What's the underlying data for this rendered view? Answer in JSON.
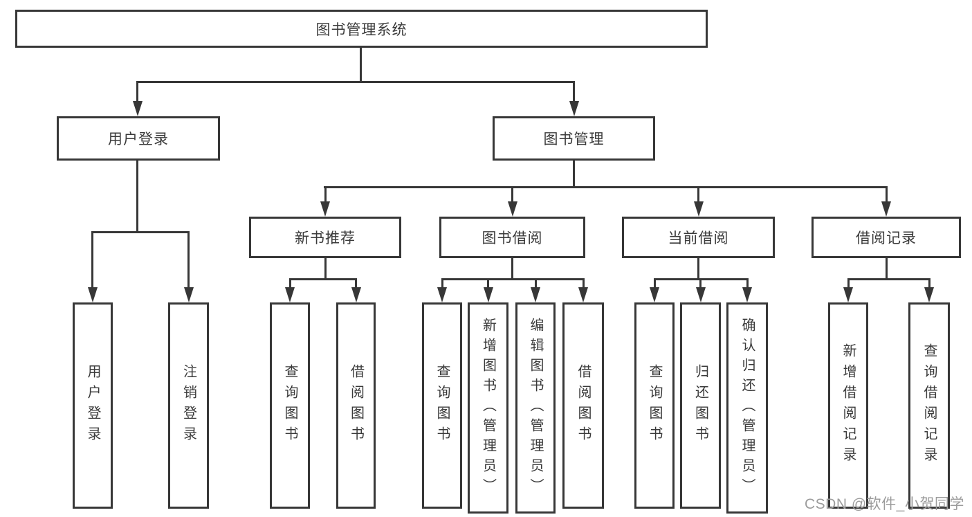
{
  "nodes": {
    "root": "图书管理系统",
    "user_login": "用户登录",
    "book_management": "图书管理",
    "user_login_leaf": "用户登录",
    "logout_leaf": "注销登录",
    "new_book_recommend": "新书推荐",
    "book_borrow": "图书借阅",
    "current_borrow": "当前借阅",
    "borrow_records": "借阅记录",
    "nb_query_books": "查询图书",
    "nb_borrow_books": "借阅图书",
    "bb_query_books": "查询图书",
    "bb_add_books_admin": "新增图书（管理员）",
    "bb_edit_books_admin": "编辑图书（管理员）",
    "bb_borrow_books": "借阅图书",
    "cb_query_books": "查询图书",
    "cb_return_books": "归还图书",
    "cb_confirm_return_admin": "确认归还（管理员）",
    "br_add_record": "新增借阅记录",
    "br_query_record": "查询借阅记录"
  },
  "edges": [
    [
      "root",
      "user_login"
    ],
    [
      "root",
      "book_management"
    ],
    [
      "user_login",
      "user_login_leaf"
    ],
    [
      "user_login",
      "logout_leaf"
    ],
    [
      "book_management",
      "new_book_recommend"
    ],
    [
      "book_management",
      "book_borrow"
    ],
    [
      "book_management",
      "current_borrow"
    ],
    [
      "book_management",
      "borrow_records"
    ],
    [
      "new_book_recommend",
      "nb_query_books"
    ],
    [
      "new_book_recommend",
      "nb_borrow_books"
    ],
    [
      "book_borrow",
      "bb_query_books"
    ],
    [
      "book_borrow",
      "bb_add_books_admin"
    ],
    [
      "book_borrow",
      "bb_edit_books_admin"
    ],
    [
      "book_borrow",
      "bb_borrow_books"
    ],
    [
      "current_borrow",
      "cb_query_books"
    ],
    [
      "current_borrow",
      "cb_return_books"
    ],
    [
      "current_borrow",
      "cb_confirm_return_admin"
    ],
    [
      "borrow_records",
      "br_add_record"
    ],
    [
      "borrow_records",
      "br_query_record"
    ]
  ],
  "watermark": "CSDN @软件_小贺同学",
  "colors": {
    "line": "#373737",
    "text": "#3a3a3a",
    "watermark": "#9c9c9c",
    "background": "#ffffff"
  }
}
